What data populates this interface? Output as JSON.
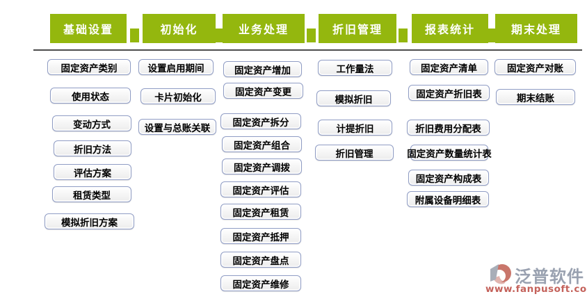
{
  "header": {
    "tabs": [
      {
        "id": "basic-settings",
        "label": "基础设置"
      },
      {
        "id": "initialization",
        "label": "初始化"
      },
      {
        "id": "business-processing",
        "label": "业务处理"
      },
      {
        "id": "depreciation-management",
        "label": "折旧管理"
      },
      {
        "id": "report-statistics",
        "label": "报表统计"
      },
      {
        "id": "period-end-processing",
        "label": "期末处理"
      }
    ]
  },
  "modules": [
    {
      "tab": "基础设置",
      "items": [
        "固定资产类别",
        "使用状态",
        "变动方式",
        "折旧方法",
        "评估方案",
        "租赁类型",
        "模拟折旧方案"
      ]
    },
    {
      "tab": "初始化",
      "items": [
        "设置启用期间",
        "卡片初始化",
        "设置与总账关联"
      ]
    },
    {
      "tab": "业务处理",
      "items": [
        "固定资产增加",
        "固定资产变更",
        "固定资产拆分",
        "固定资产组合",
        "固定资产调拨",
        "固定资产评估",
        "固定资产租赁",
        "固定资产抵押",
        "固定资产盘点",
        "固定资产维修"
      ]
    },
    {
      "tab": "折旧管理",
      "items": [
        "工作量法",
        "模拟折旧",
        "计提折旧",
        "折旧管理"
      ]
    },
    {
      "tab": "报表统计",
      "items": [
        "固定资产清单",
        "固定资产折旧表",
        "折旧费用分配表",
        "固定资产数量统计表",
        "固定资产构成表",
        "附属设备明细表"
      ]
    },
    {
      "tab": "期末处理",
      "items": [
        "固定资产对账",
        "期末结账"
      ]
    }
  ],
  "watermark": {
    "brand": "泛普软件",
    "url": "www.fanpusoft.com",
    "mark": "↵"
  },
  "colors": {
    "tab_green": "#94b70e",
    "button_border": "#8f9cc4",
    "divider_gray": "#4c4c4c",
    "brand_gray": "#99a1b0",
    "url_red": "#c4625b",
    "logo_salmon": "#c9766b",
    "logo_gray": "#a8aeb8"
  }
}
